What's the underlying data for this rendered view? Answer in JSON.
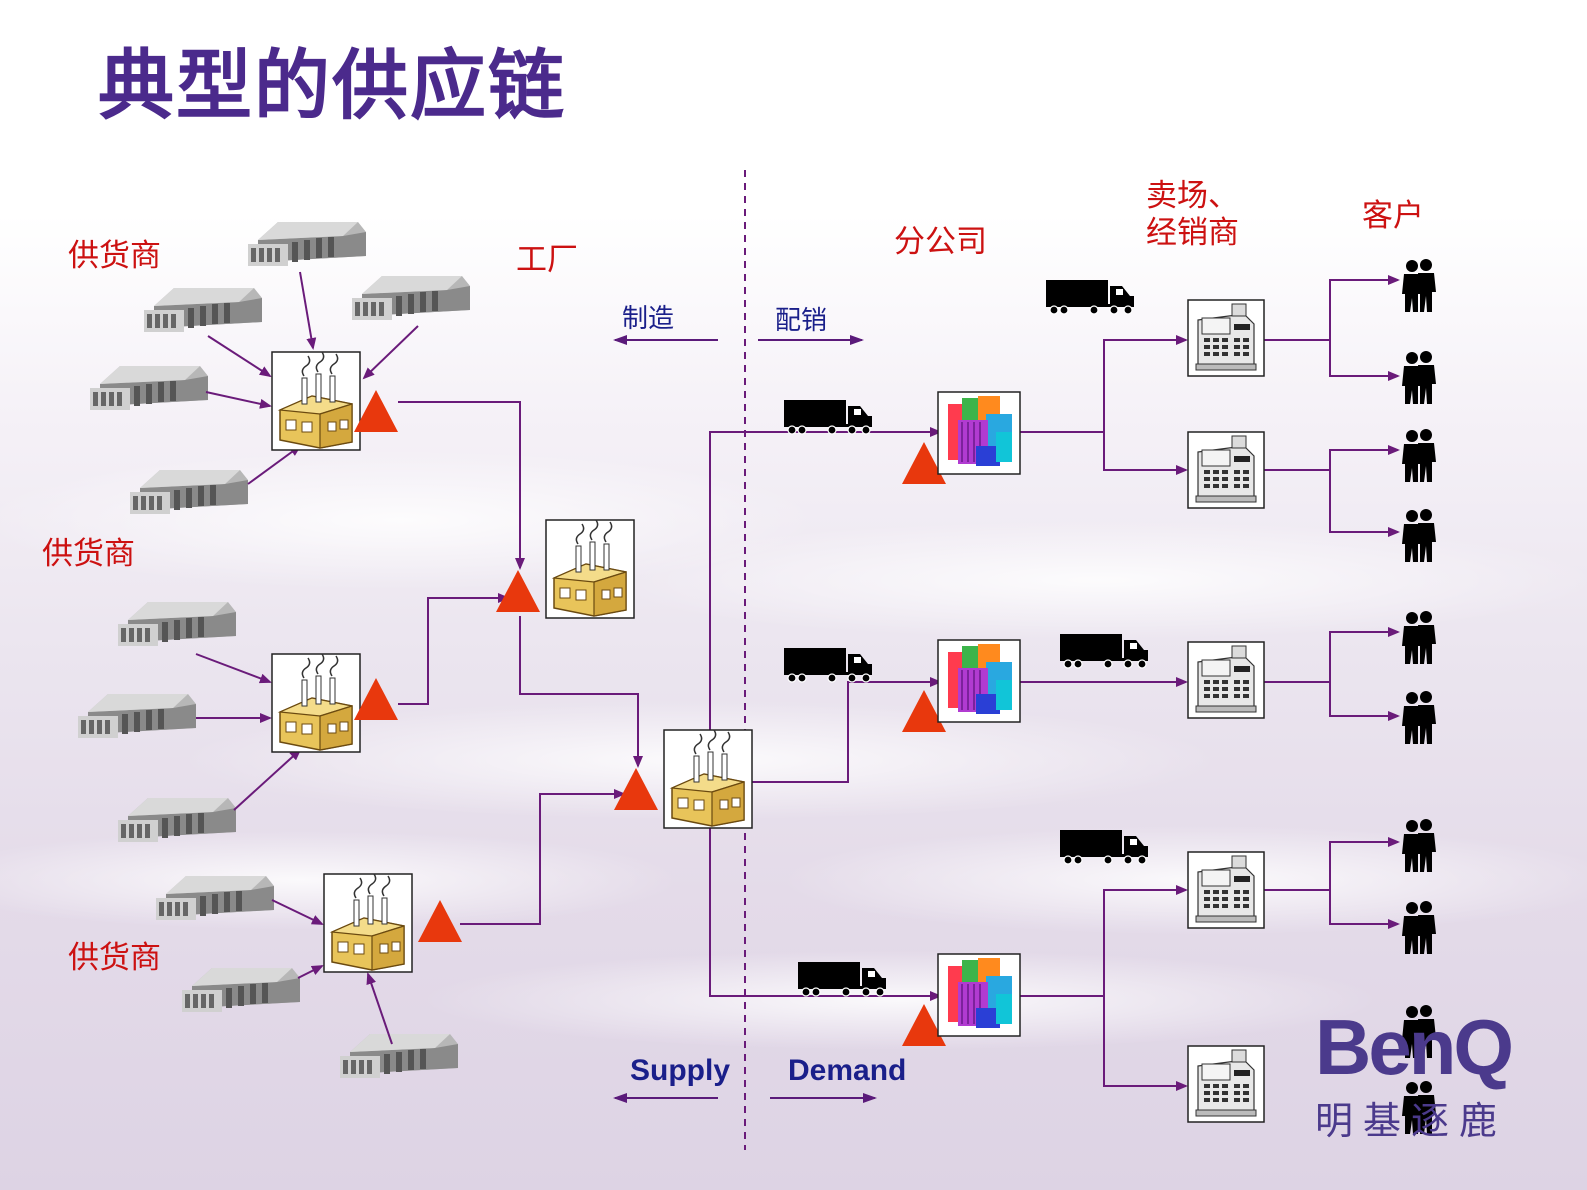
{
  "title": "典型的供应链",
  "labels": {
    "supplier_1": "供货商",
    "supplier_2": "供货商",
    "supplier_3": "供货商",
    "factory": "工厂",
    "branch": "分公司",
    "retail_line1": "卖场、",
    "retail_line2": "经销商",
    "customer": "客户",
    "manufacture": "制造",
    "distribution": "配销",
    "supply": "Supply",
    "demand": "Demand"
  },
  "logo": {
    "name": "BenQ",
    "subtitle": "明基逐鹿"
  },
  "colors": {
    "title": "#4b2a8c",
    "label_red": "#cc1111",
    "label_blue": "#1a1f8a",
    "connector": "#6a1b7a",
    "inventory_triangle": "#e8380d",
    "divider": "#6a1b7a"
  },
  "icons": {
    "supplier": "warehouse-icon",
    "factory": "factory-icon",
    "branch": "office-buildings-icon",
    "retail": "cash-register-icon",
    "customer": "people-icon",
    "transport": "truck-icon",
    "inventory": "inventory-triangle-icon"
  }
}
